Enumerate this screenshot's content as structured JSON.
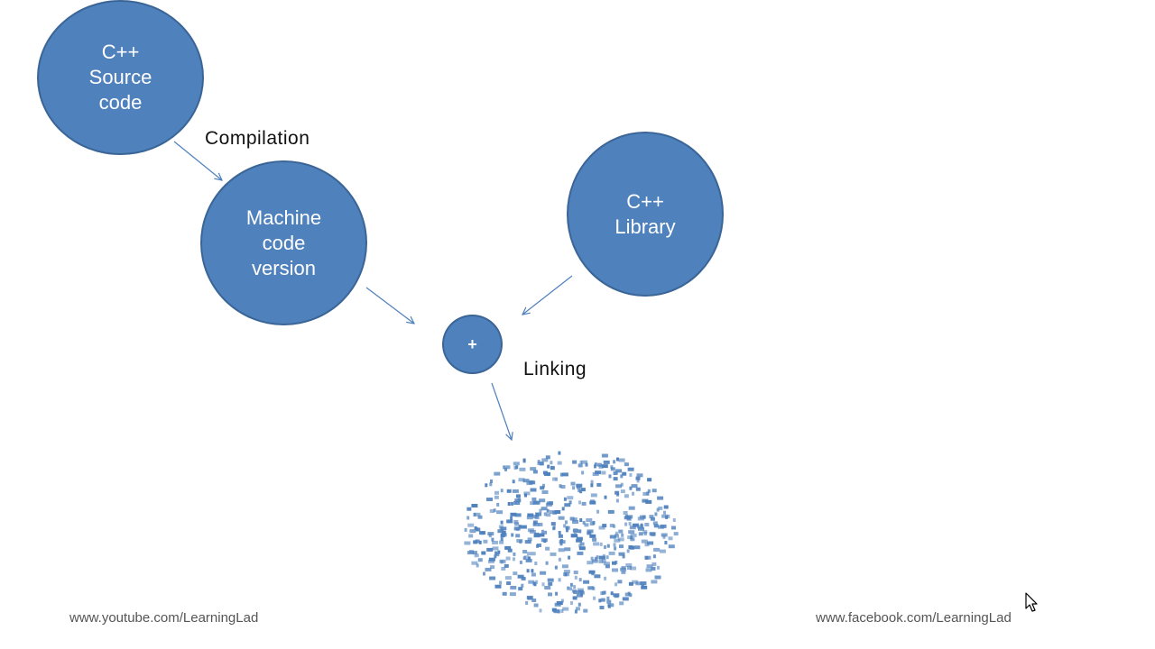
{
  "diagram": {
    "nodes": {
      "source_code": "C++\nSource\ncode",
      "machine_code": "Machine\ncode\nversion",
      "library": "C++\nLibrary",
      "link_operator": "+"
    },
    "labels": {
      "compilation": "Compilation",
      "linking": "Linking"
    },
    "output": {
      "icon": "dissolving-circle-icon"
    }
  },
  "footer": {
    "youtube_link": "www.youtube.com/LearningLad",
    "facebook_link": "www.facebook.com/LearningLad"
  },
  "colors": {
    "node_fill": "#4f81bd",
    "node_border": "#3a6596",
    "arrow": "#4f81bd"
  },
  "cursor": {
    "icon": "mouse-pointer-icon"
  }
}
